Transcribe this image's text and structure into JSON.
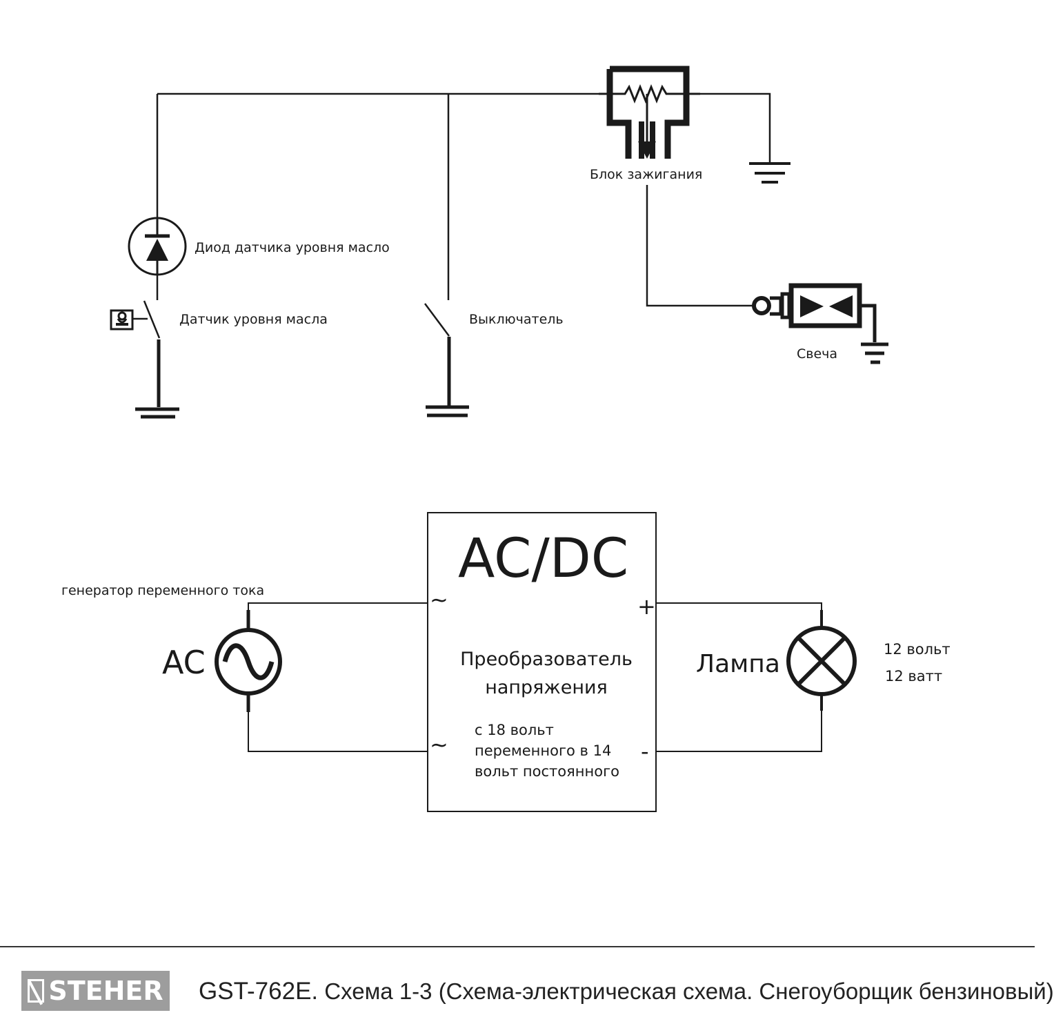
{
  "ignition": {
    "block_label": "Блок зажигания",
    "diode_label": "Диод датчика уровня масло",
    "oil_sensor_label": "Датчик уровня масла",
    "switch_label": "Выключатель",
    "spark_plug_label": "Свеча"
  },
  "charging": {
    "generator_label": "генератор переменного тока",
    "ac_label": "AC",
    "converter_title": "AC/DC",
    "converter_name_line1": "Преобразователь",
    "converter_name_line2": "напряжения",
    "converter_note_line1": "с 18 вольт",
    "converter_note_line2": "переменного в 14",
    "converter_note_line3": "вольт постоянного",
    "input_symbol_top": "~",
    "input_symbol_bottom": "~",
    "plus_symbol": "+",
    "minus_symbol": "-",
    "lamp_label": "Лампа",
    "lamp_spec_voltage": "12 вольт",
    "lamp_spec_power": "12 ватт"
  },
  "footer": {
    "brand": "STEHER",
    "model": "GST-762E.",
    "caption": " Схема 1-3 (Схема-электрическая схема. Снегоуборщик бензиновый)"
  }
}
